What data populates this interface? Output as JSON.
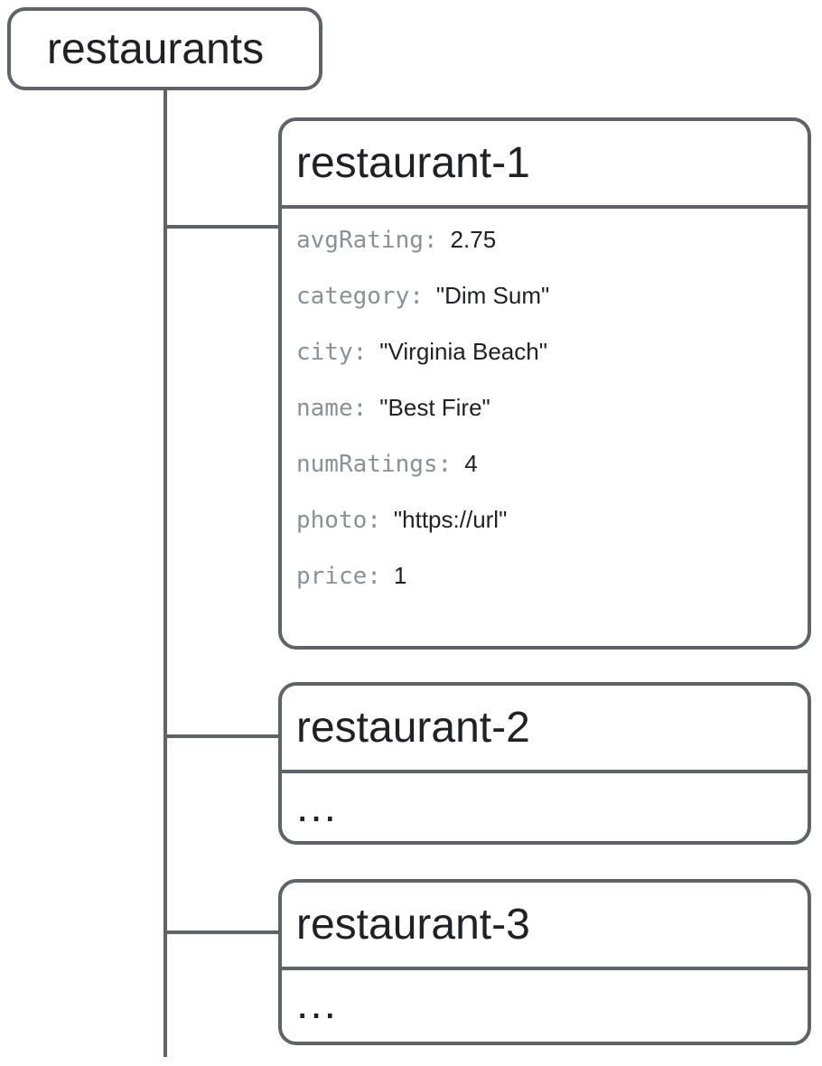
{
  "diagram": {
    "title_hint": "database tree: restaurants collection with restaurant documents",
    "colors": {
      "border_and_lines": "#5f6368",
      "title_text": "#202124",
      "key_text": "#8b9095",
      "value_text": "#202124",
      "background": "#ffffff"
    },
    "root": {
      "label": "restaurants"
    },
    "documents": [
      {
        "id": "restaurant-1",
        "expanded": true,
        "fields": [
          {
            "key": "avgRating:",
            "value": "2.75"
          },
          {
            "key": "category:",
            "value": "\"Dim Sum\""
          },
          {
            "key": "city:",
            "value": "\"Virginia Beach\""
          },
          {
            "key": "name:",
            "value": "\"Best Fire\""
          },
          {
            "key": "numRatings:",
            "value": "4"
          },
          {
            "key": "photo:",
            "value": "\"https://url\""
          },
          {
            "key": "price:",
            "value": "1"
          }
        ]
      },
      {
        "id": "restaurant-2",
        "expanded": false,
        "placeholder": "..."
      },
      {
        "id": "restaurant-3",
        "expanded": false,
        "placeholder": "..."
      }
    ]
  }
}
